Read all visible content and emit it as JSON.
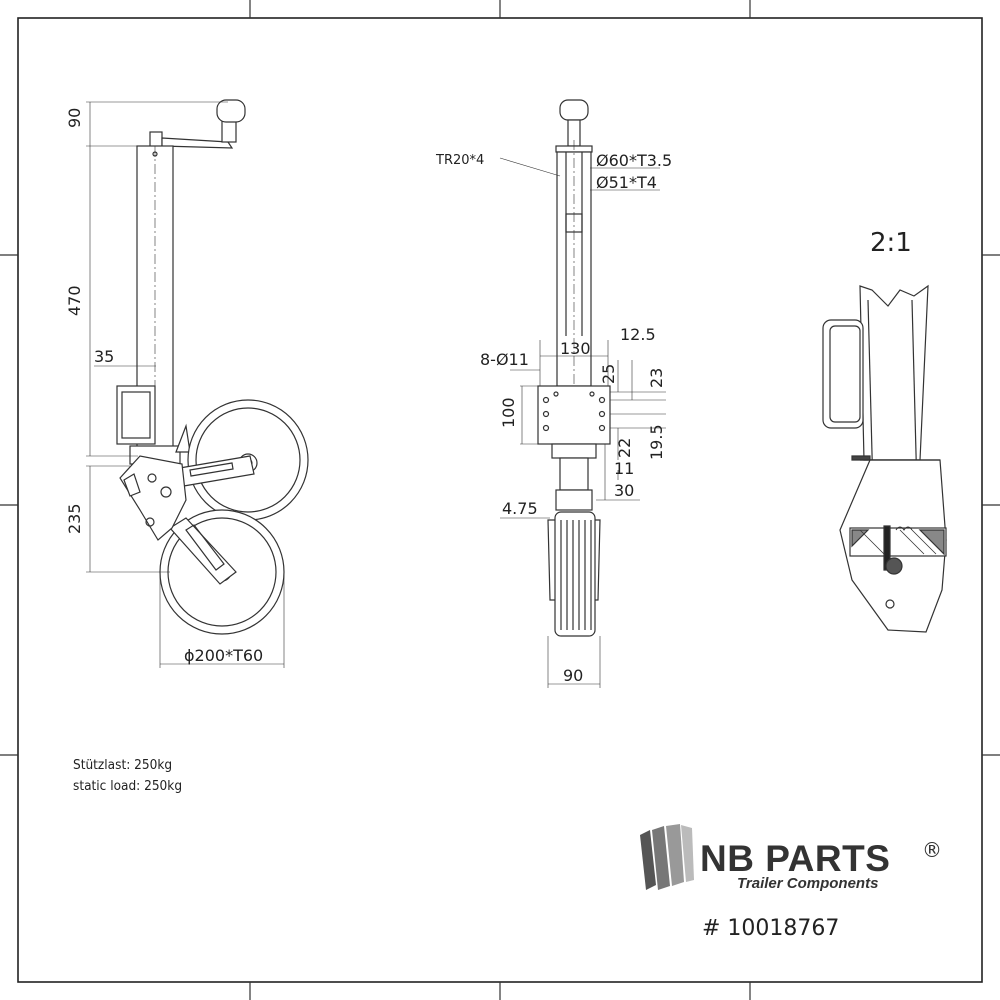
{
  "drawing": {
    "scale_label": "2:1",
    "side_view_dims": {
      "handle_height": "90",
      "tube_length": "470",
      "bracket_offset": "35",
      "wheel_drop": "235",
      "wheel_spec": "ϕ200*T60"
    },
    "front_view_dims": {
      "thread": "TR20*4",
      "outer_tube": "Ø60*T3.5",
      "inner_tube": "Ø51*T4",
      "hole_spacing": "130",
      "edge_offset": "12.5",
      "holes": "8-Ø11",
      "plate_height": "100",
      "dim_25": "25",
      "dim_23": "23",
      "dim_22": "22",
      "dim_19_5": "19.5",
      "dim_11": "11",
      "dim_30": "30",
      "dim_4_75": "4.75",
      "wheel_width": "90"
    }
  },
  "notes": {
    "load_de": "Stützlast: 250kg",
    "load_en": "static load: 250kg"
  },
  "branding": {
    "name": "NB PARTS",
    "registered": "®",
    "tagline": "Trailer Components",
    "part_number": "# 10018767"
  }
}
